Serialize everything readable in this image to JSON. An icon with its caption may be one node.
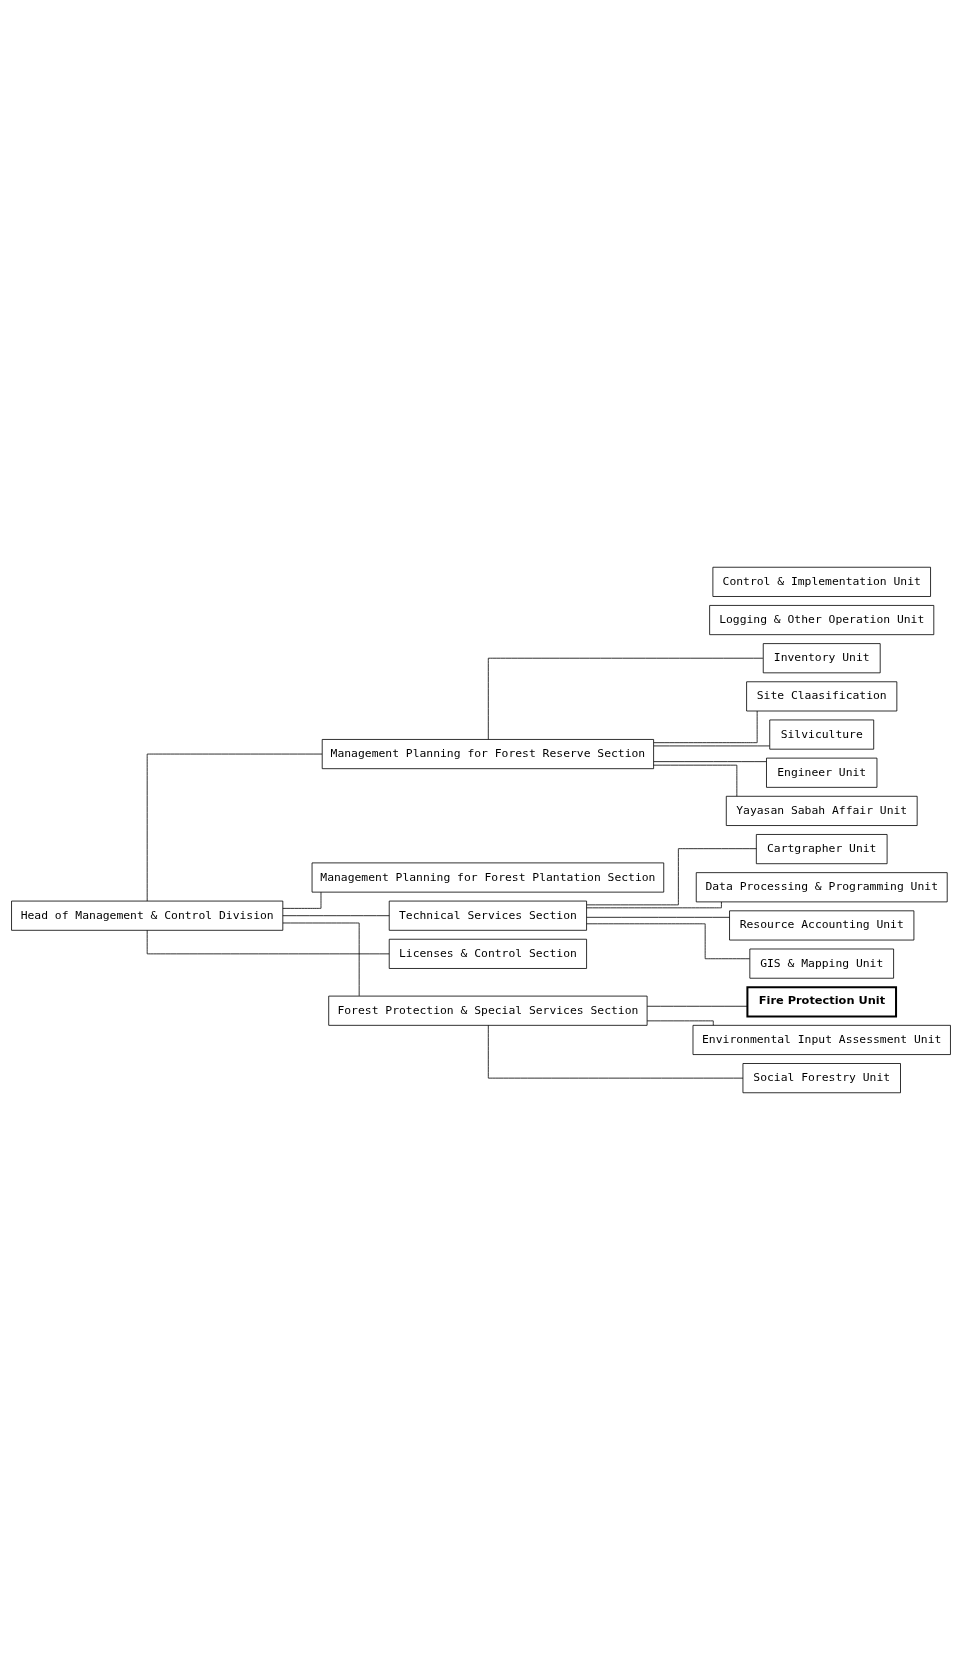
{
  "diagram": {
    "nodes": [
      {
        "text": [
          "Head of Management & Control Division"
        ]
      },
      {
        "text": [
          "Management Planning for Forest Reserve Section"
        ]
      },
      {
        "text": [
          "Inventory Unit"
        ]
      },
      {
        "text": [
          "Site Claasification"
        ]
      },
      {
        "text": [
          "Silviculture"
        ]
      },
      {
        "text": [
          "Engineer Unit"
        ]
      },
      {
        "text": [
          "Yayasan Sabah Affair Unit"
        ]
      },
      {
        "text": [
          "Management Planning for Forest Plantation Section"
        ]
      },
      {
        "text": [
          "Technical Services Section"
        ]
      },
      {
        "text": [
          "Cartgrapher Unit"
        ]
      },
      {
        "text": [
          "Data Processing & Programming Unit"
        ]
      },
      {
        "text": [
          "Resource Accounting Unit"
        ]
      },
      {
        "text": [
          "GIS & Mapping Unit"
        ]
      },
      {
        "text": [
          "Licenses & Control Section"
        ]
      },
      {
        "text": [
          "Logging & Other Operation Unit"
        ]
      },
      {
        "text": [
          "Control & Implementation Unit"
        ]
      },
      {
        "text": [
          "Forest Protection & Special Services Section"
        ]
      },
      {
        "text": [
          "Fire Protection Unit"
        ]
      },
      {
        "text": [
          "Environmental Input Assessment Unit"
        ]
      },
      {
        "text": [
          "Social Forestry Unit"
        ]
      }
    ],
    "edges": [
      {
        "from": 0,
        "to": 1,
        "arrow": "none"
      },
      {
        "from": 1,
        "to": 2,
        "arrow": "none"
      },
      {
        "from": 1,
        "to": 3,
        "arrow": "none"
      },
      {
        "from": 1,
        "to": 4,
        "arrow": "none"
      },
      {
        "from": 1,
        "to": 5,
        "arrow": "none"
      },
      {
        "from": 1,
        "to": 6,
        "arrow": "none"
      },
      {
        "from": 0,
        "to": 7,
        "arrow": "none"
      },
      {
        "from": 0,
        "to": 8,
        "arrow": "none"
      },
      {
        "from": 8,
        "to": 9,
        "arrow": "none"
      },
      {
        "from": 8,
        "to": 10,
        "arrow": "none"
      },
      {
        "from": 8,
        "to": 11,
        "arrow": "none"
      },
      {
        "from": 8,
        "to": 12,
        "arrow": "none"
      },
      {
        "from": 0,
        "to": 13,
        "arrow": "none"
      },
      {
        "from": 0,
        "to": 16,
        "arrow": "none"
      },
      {
        "from": 16,
        "to": 17,
        "arrow": "none"
      },
      {
        "from": 16,
        "to": 18,
        "arrow": "none"
      },
      {
        "from": 16,
        "to": 19,
        "arrow": "none"
      }
    ]
  }
}
